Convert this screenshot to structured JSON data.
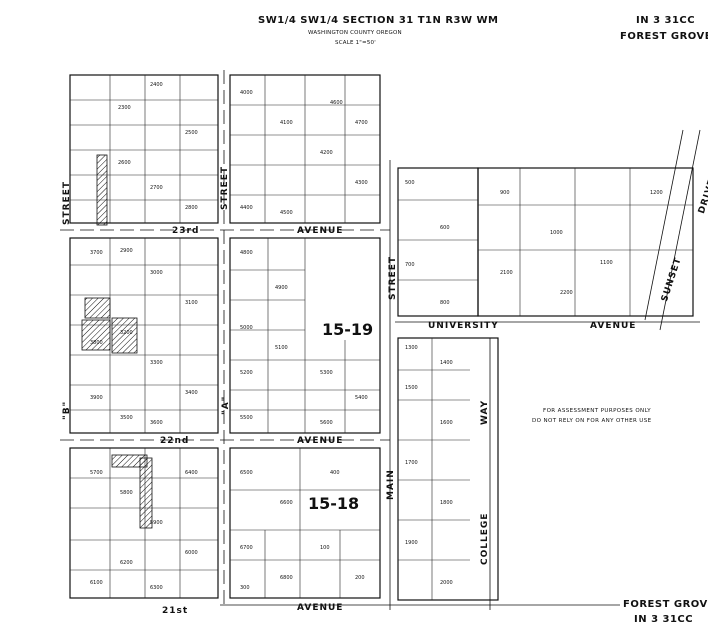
{
  "header": {
    "title": "SW1/4 SW1/4 SECTION 31 T1N R3W WM",
    "county": "WASHINGTON COUNTY OREGON",
    "scale": "SCALE 1\"=50'",
    "map_code_top": "IN 3 31CC",
    "city_top": "FOREST GROVE",
    "map_code_bottom": "IN 3 31CC",
    "city_bottom": "FOREST GROVE"
  },
  "streets": {
    "avenue_23rd": "23rd",
    "avenue_23rd_suffix": "AVENUE",
    "avenue_22nd": "22nd",
    "avenue_22nd_suffix": "AVENUE",
    "avenue_21st": "21st",
    "avenue_21st_suffix": "AVENUE",
    "university": "UNIVERSITY",
    "university_suffix": "AVENUE",
    "b_street_letter": "\"B\"",
    "b_street": "STREET",
    "a_street_letter": "\"A\"",
    "a_street": "STREET",
    "main": "MAIN",
    "main_street": "STREET",
    "college": "COLLEGE",
    "college_way": "WAY",
    "sunset": "SUNSET",
    "sunset_drive": "DRIVE"
  },
  "blocks": {
    "block_1519": "15-19",
    "block_1518": "15-18"
  },
  "notes": {
    "assessment_line1": "FOR ASSESSMENT PURPOSES ONLY",
    "assessment_line2": "DO NOT RELY ON FOR ANY OTHER USE"
  },
  "lots": [
    "2300",
    "2400",
    "2500",
    "2600",
    "2700",
    "2800",
    "2900",
    "3000",
    "3100",
    "3200",
    "3300",
    "3400",
    "3500",
    "3600",
    "3700",
    "3800",
    "3900",
    "4000",
    "4100",
    "4200",
    "4300",
    "4400",
    "4500",
    "4600",
    "4700",
    "4800",
    "4900",
    "5000",
    "5100",
    "5200",
    "5300",
    "5400",
    "5500",
    "5600",
    "5700",
    "5800",
    "5900",
    "6000",
    "6100",
    "6200",
    "6300",
    "6400",
    "6500",
    "6600",
    "6700",
    "6800",
    "100",
    "200",
    "300",
    "400",
    "500",
    "600",
    "700",
    "800",
    "900",
    "1000",
    "1100",
    "1200",
    "1300",
    "1400",
    "1500",
    "1600",
    "1700",
    "1800",
    "1900",
    "2000",
    "2100",
    "2200"
  ],
  "colors": {
    "ink": "#111111",
    "paper": "#ffffff"
  }
}
